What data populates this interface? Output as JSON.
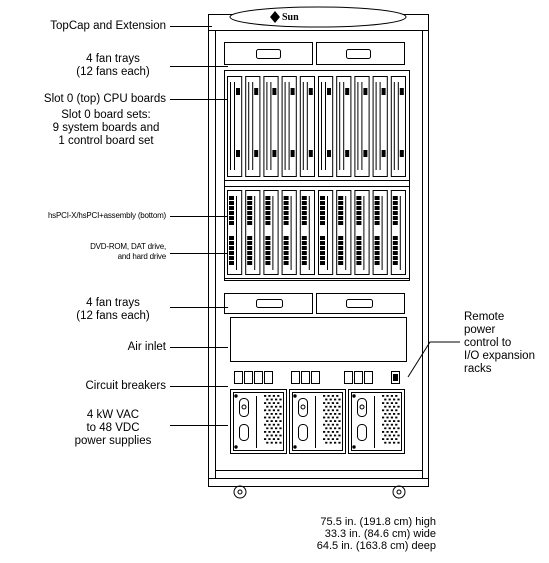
{
  "labels": {
    "topcap": "TopCap and Extension",
    "fan_top": [
      "4 fan trays",
      "(12 fans each)"
    ],
    "slot0": "Slot 0 (top) CPU boards",
    "slot0_sets": [
      "Slot 0 board sets:",
      "9 system boards and",
      "1 control board set"
    ],
    "hspci": "hsPCI-X/hsPCI+assembly (bottom)",
    "dvd": [
      "DVD-ROM, DAT drive,",
      "and hard drive"
    ],
    "fan_bottom": [
      "4 fan trays",
      "(12 fans each)"
    ],
    "air_inlet": "Air inlet",
    "breakers": "Circuit breakers",
    "power": [
      "4 kW VAC",
      "to 48 VDC",
      "power supplies"
    ],
    "remote": [
      "Remote",
      "power",
      "control to",
      "I/O expansion",
      "racks"
    ],
    "dimensions": [
      "75.5 in. (191.8 cm) high",
      "33.3 in. (84.6 cm) wide",
      "64.5 in. (163.8 cm) deep"
    ]
  }
}
